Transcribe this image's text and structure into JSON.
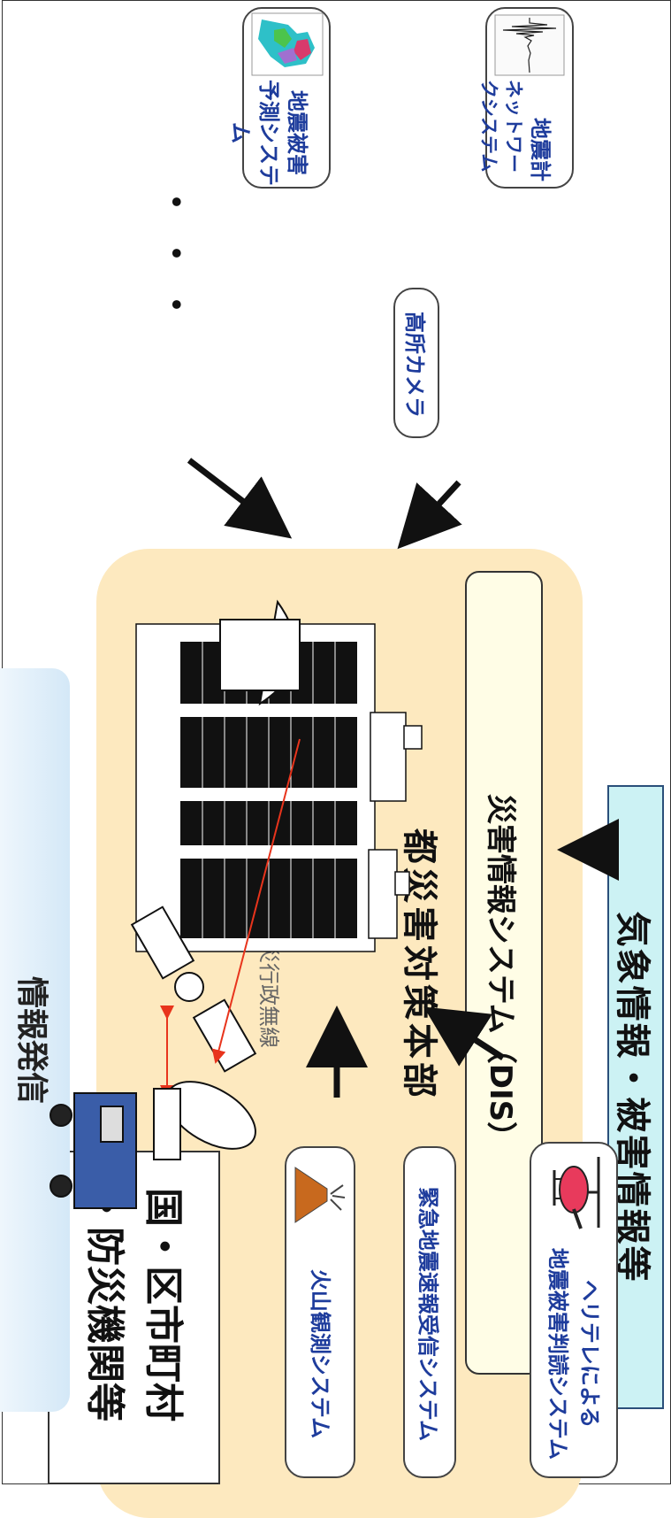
{
  "banner": {
    "label": "気象情報・被害情報等"
  },
  "hq": {
    "title": "都災害対策本部",
    "dis_label": "災害情報システム（DIS）",
    "radio_label": "防災行政無線"
  },
  "systems_left": [
    {
      "line1": "地震計",
      "line2": "ネットワークシステム",
      "icon": "seismograph-icon"
    },
    {
      "line1": "高所カメラ",
      "line2": "",
      "icon": ""
    },
    {
      "line1": "地震被害",
      "line2": "予測システム",
      "icon": "damage-map-icon"
    }
  ],
  "systems_right": [
    {
      "line1": "ヘリテレによる",
      "line2": "地震被害判読システム",
      "icon": "helicopter-icon"
    },
    {
      "line1": "緊急地震速報受信システム",
      "line2": "",
      "icon": ""
    },
    {
      "line1": "火山観測システム",
      "line2": "",
      "icon": "volcano-icon"
    }
  ],
  "org": {
    "line1": "国・区市町村",
    "line2": "・防災機関等"
  },
  "info": {
    "label": "情報発信"
  },
  "ellipsis": "・・・",
  "colors": {
    "banner_bg": "#ccf2f4",
    "hq_bg": "#fde9bf",
    "system_text": "#1e3c9c",
    "radio_line": "#e8341c",
    "info_bg": "#d4e8f7"
  }
}
